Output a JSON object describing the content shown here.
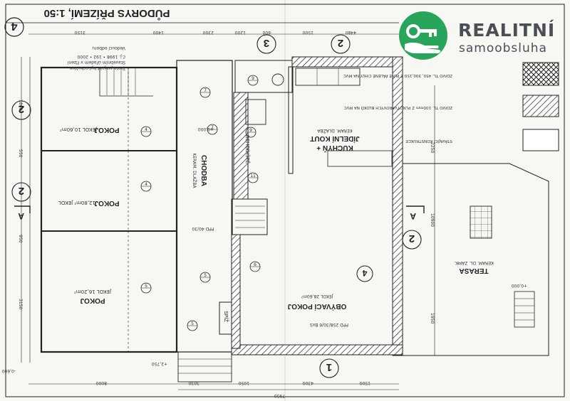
{
  "brand": {
    "name": "REALITNÍ",
    "subtitle": "samoobsluha",
    "color_green": "#27a55a",
    "color_text": "#4b4e55",
    "icon": "hand-key-icon"
  },
  "plan": {
    "title": "PŮDORYS PŘÍZEMÍ, 1:50",
    "sheet_number": "4",
    "rooms": {
      "pokoj_top": {
        "name": "POKOJ",
        "note": "JEKOL 10,60m²"
      },
      "pokoj_mid": {
        "name": "POKOJ",
        "note": "12,80m² JEKOL"
      },
      "pokoj_bottom": {
        "name": "POKOJ",
        "note": "JEKOL 16,20m²"
      },
      "chodba": {
        "name": "CHODBA",
        "note": "KERAM. DLAŽBA"
      },
      "kuchyn": {
        "name": "KUCHYŇ +",
        "name2": "JÍDELNÍ KOUT",
        "note": "KERAM. DLAŽBA"
      },
      "obyvaci": {
        "name": "OBÝVACÍ POKOJ",
        "note": "JEKOL 28,60m²"
      },
      "terasa": {
        "name": "TERASA",
        "note": "KERAM. DL. ZÁMK."
      },
      "spiz": {
        "name": "SPÍŽ"
      },
      "schodiste": {
        "name": "SCHODIŠTĚ"
      }
    },
    "section_markers": [
      "A",
      "A"
    ],
    "axis_numbers": [
      "1",
      "2",
      "3",
      "2",
      "2",
      "2"
    ],
    "door_marks": [
      "4",
      "4",
      "5",
      "5",
      "5",
      "6",
      "7",
      "7",
      "9",
      "9",
      "11",
      "8"
    ],
    "finish_codes": [
      "PPD 258/30/6 BxS",
      "PPD 40/30"
    ],
    "dims": [
      "2300",
      "1400",
      "3150",
      "1200",
      "600",
      "1500",
      "4480",
      "10900",
      "2250",
      "1950",
      "3150",
      "950",
      "550",
      "1800",
      "3030",
      "4300",
      "1050",
      "1500",
      "8000",
      "7950"
    ],
    "levels": [
      "±0,000",
      "-0,600",
      "+2,750",
      "+0,000"
    ],
    "approval_stamp": [
      "Tento projekt byl schválen",
      "Stavebním úřadem v řízení",
      "č.j. 1998 • 192 • 2000",
      "Vedoucí odboru"
    ]
  },
  "legend": {
    "items": [
      {
        "pattern": "cross",
        "text": "ZDIVO TL. 450, 300,150 Z PLNÉ PÁLENÉ CIHLY NA MVC"
      },
      {
        "pattern": "diagonal",
        "text": "ZDIVO TL. 100mm Z PLNOTVAROVÝCH BLOKŮ NA MVC"
      },
      {
        "pattern": "empty",
        "text": "STÁVAJÍCÍ KONSTRUKCE"
      }
    ]
  }
}
